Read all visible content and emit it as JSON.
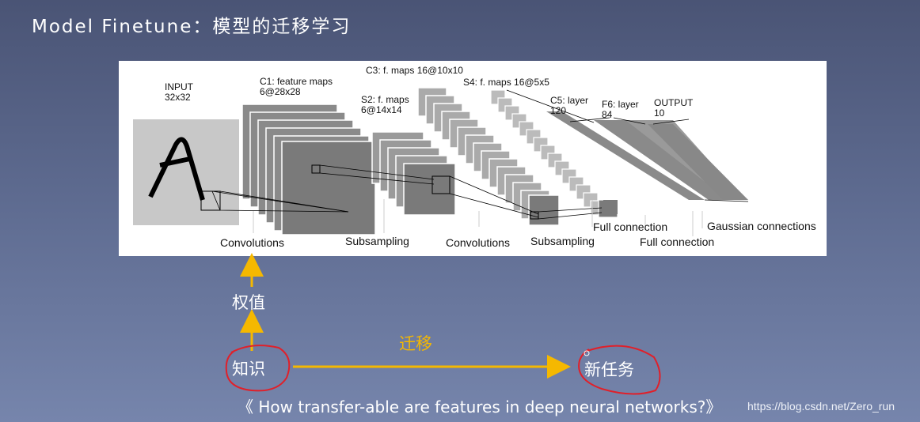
{
  "slide": {
    "title": "Model Finetune：模型的迁移学习"
  },
  "figure": {
    "layer_labels": {
      "input": "INPUT\n32x32",
      "c1": "C1: feature maps\n6@28x28",
      "s2": "S2: f. maps\n6@14x14",
      "c3": "C3: f. maps 16@10x10",
      "s4": "S4: f. maps 16@5x5",
      "c5": "C5: layer\n120",
      "f6": "F6: layer\n84",
      "output": "OUTPUT\n10"
    },
    "operation_labels": {
      "conv1": "Convolutions",
      "subsample1": "Subsampling",
      "conv2": "Convolutions",
      "subsample2": "Subsampling",
      "full1": "Full connection",
      "full2": "Full connection",
      "gaussian": "Gaussian connections"
    }
  },
  "flow": {
    "weights": "权值",
    "knowledge": "知识",
    "transfer": "迁移",
    "new_task": "新任务"
  },
  "colors": {
    "arrow": "#f5b800",
    "circle": "#e0202a",
    "map_fill": "#7a7a7a",
    "map_light": "#cfcfcf"
  },
  "citation": "《 How transfer-able are features in deep neural networks?》",
  "watermark": "https://blog.csdn.net/Zero_run"
}
